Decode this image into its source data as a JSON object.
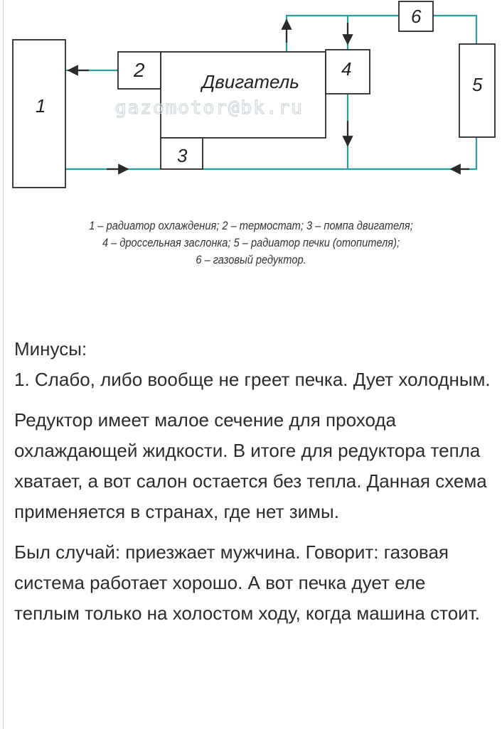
{
  "diagram": {
    "nodes": {
      "radiator": "1",
      "thermostat": "2",
      "pump": "3",
      "throttle": "4",
      "heater_radiator": "5",
      "gas_reducer": "6",
      "engine": "Двигатель"
    },
    "watermark": "gazomotor@bk.ru",
    "colors": {
      "line": "#2a2a2a",
      "pipe": "#2a9d9d"
    }
  },
  "caption": {
    "line1": "1 – радиатор охлаждения; 2 – термостат; 3 – помпа двигателя;",
    "line2": "4 – дроссельная заслонка; 5 – радиатор печки (отопителя);",
    "line3": "6 – газовый редуктор."
  },
  "article": {
    "heading": "Минусы:",
    "p1": "1. Слабо, либо вообще не греет печка. Дует холодным.",
    "p2": "Редуктор имеет малое сечение для прохода охлаждающей жидкости. В итоге для редуктора тепла хватает, а вот салон остается без тепла. Данная схема применяется в странах, где нет зимы.",
    "p3": "Был случай: приезжает мужчина. Говорит: газовая система работает хорошо. А вот печка дует еле теплым только на холостом ходу, когда машина стоит."
  }
}
